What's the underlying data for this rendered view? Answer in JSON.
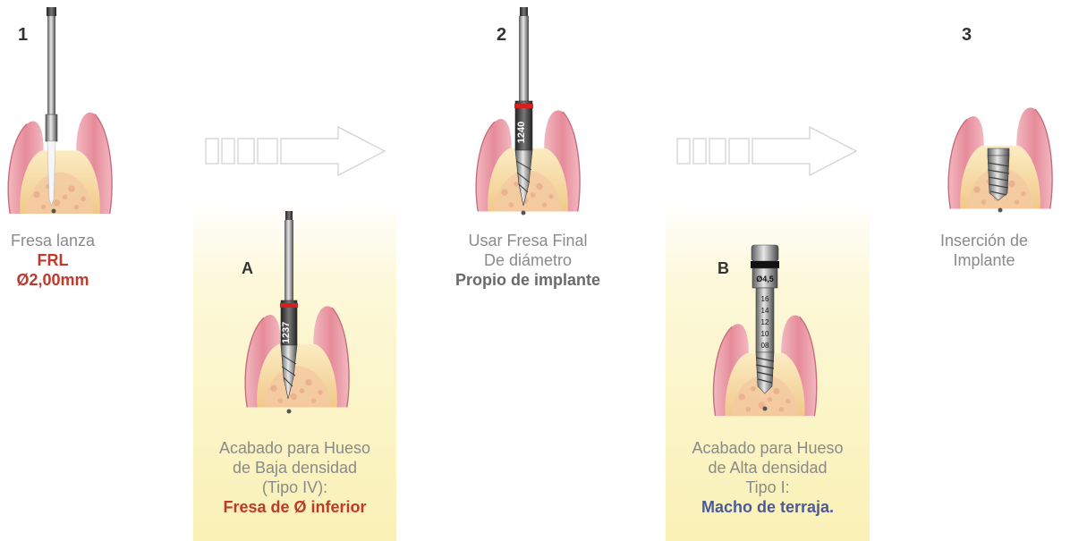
{
  "steps": [
    {
      "number": "1",
      "lines": [
        "Fresa lanza"
      ],
      "highlight": [
        "FRL",
        "Ø2,00mm"
      ]
    },
    {
      "number": "2",
      "lines": [
        "Usar Fresa Final",
        "De diámetro"
      ],
      "highlight": [
        "Propio de implante"
      ]
    },
    {
      "number": "3",
      "lines": [
        "Inserción de",
        "Implante"
      ],
      "highlight": []
    }
  ],
  "options": [
    {
      "letter": "A",
      "lines": [
        "Acabado para Hueso",
        "de Baja densidad",
        "(Tipo IV):"
      ],
      "highlight": "Fresa de Ø inferior",
      "drill_mark": "1237"
    },
    {
      "letter": "B",
      "lines": [
        "Acabado para Hueso",
        "de Alta densidad",
        "Tipo I:"
      ],
      "highlight": "Macho de terraja.",
      "tap_diameter": "Ø4,5",
      "tap_marks": [
        "16",
        "14",
        "12",
        "10",
        "08"
      ]
    }
  ],
  "step2_drill_mark": "1240",
  "colors": {
    "red": "#c0392b",
    "blue": "#4a5a9a",
    "gum": "#e89aa6",
    "bone": "#f6dca0"
  }
}
